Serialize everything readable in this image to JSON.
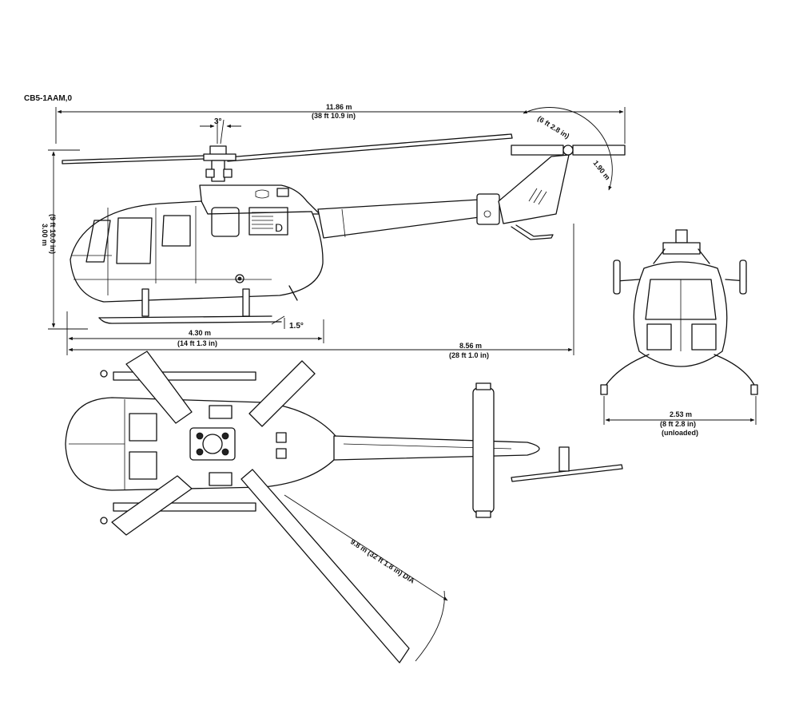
{
  "drawing_code": "CB5-1AAM,0",
  "side_view": {
    "overall_length_m": "11.86 m",
    "overall_length_ft": "(38 ft 10.9 in)",
    "height_m": "3.00 m",
    "height_ft": "(9 ft 10.0 in)",
    "mast_tilt": "3°",
    "skid_angle": "1.5°",
    "skid_length_m": "4.30 m",
    "skid_length_ft": "(14 ft 1.3 in)",
    "fuselage_length_m": "8.56 m",
    "fuselage_length_ft": "(28 ft 1.0 in)",
    "tail_rotor_dia_ft": "(6 ft 2.8 in)",
    "tail_rotor_dia_m": "1.90 m",
    "door_letter": "D"
  },
  "front_view": {
    "skid_width_m": "2.53 m",
    "skid_width_ft": "(8 ft 2.8 in)",
    "skid_width_note": "(unloaded)"
  },
  "top_view": {
    "rotor_dia": "9.8 m (32 ft 1.8 in) DIA"
  }
}
